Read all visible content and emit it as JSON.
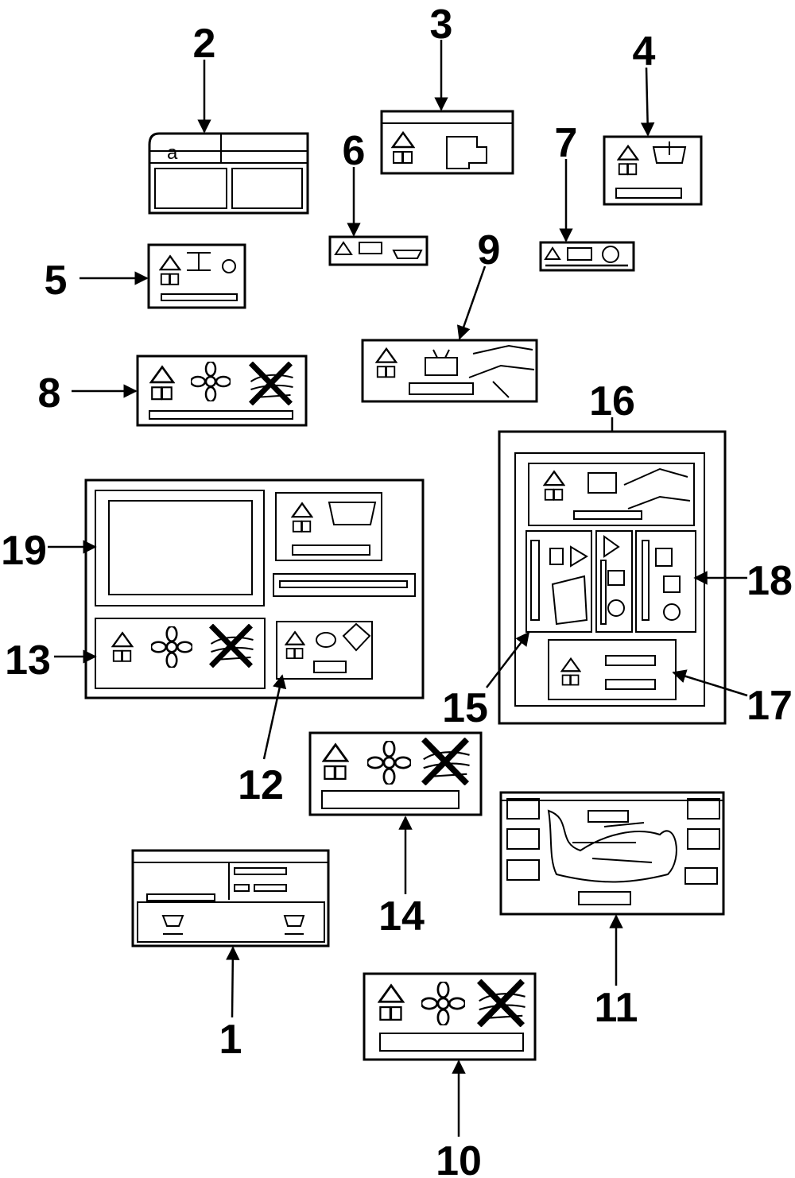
{
  "diagram": {
    "callouts": {
      "c1": "1",
      "c2": "2",
      "c3": "3",
      "c4": "4",
      "c5": "5",
      "c6": "6",
      "c7": "7",
      "c8": "8",
      "c9": "9",
      "c10": "10",
      "c11": "11",
      "c12": "12",
      "c13": "13",
      "c14": "14",
      "c15": "15",
      "c16": "16",
      "c17": "17",
      "c18": "18",
      "c19": "19"
    },
    "label_2_glyph": "a",
    "colors": {
      "line": "#000000",
      "background": "#ffffff"
    }
  }
}
